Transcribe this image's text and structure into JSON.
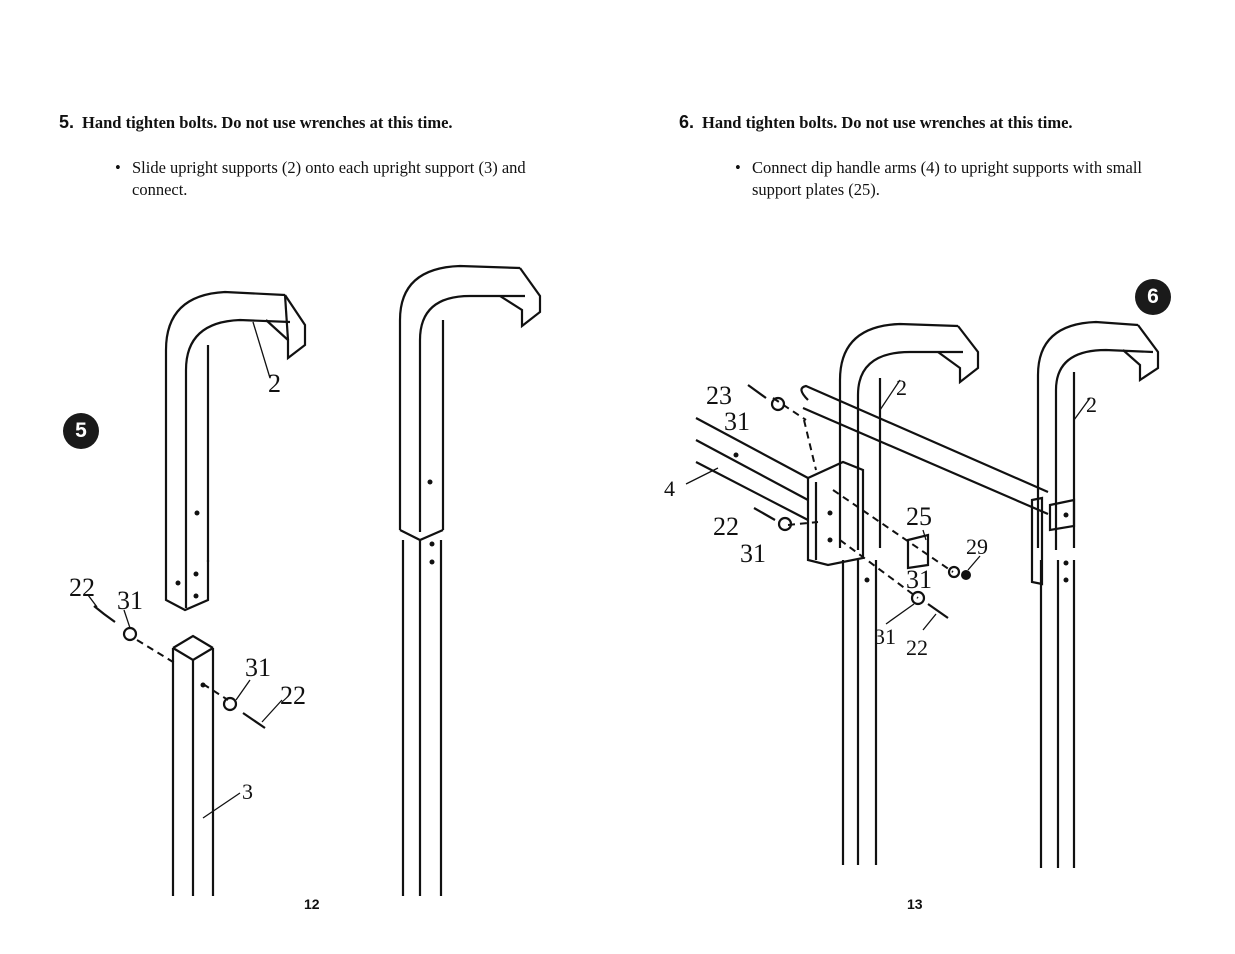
{
  "left_page": {
    "step_number": "5.",
    "step_title": "Hand tighten bolts. Do not use wrenches at this time.",
    "bullet": "Slide upright supports (2) onto each upright support (3) and connect.",
    "badge": "5",
    "page_number": "12",
    "diagram_labels": {
      "part_2": "2",
      "part_22_left": "22",
      "part_31_left": "31",
      "part_31_right": "31",
      "part_22_right": "22",
      "part_3": "3"
    }
  },
  "right_page": {
    "step_number": "6.",
    "step_title": "Hand tighten bolts. Do not use wrenches at this time.",
    "bullet": "Connect dip handle arms (4) to upright supports with small support plates (25).",
    "badge": "6",
    "page_number": "13",
    "diagram_labels": {
      "part_23": "23",
      "part_31_top": "31",
      "part_4": "4",
      "part_22_mid": "22",
      "part_31_mid": "31",
      "part_2_a": "2",
      "part_2_b": "2",
      "part_25": "25",
      "part_29": "29",
      "part_31_center": "31",
      "part_31_bottom": "31",
      "part_22_bottom": "22"
    }
  }
}
